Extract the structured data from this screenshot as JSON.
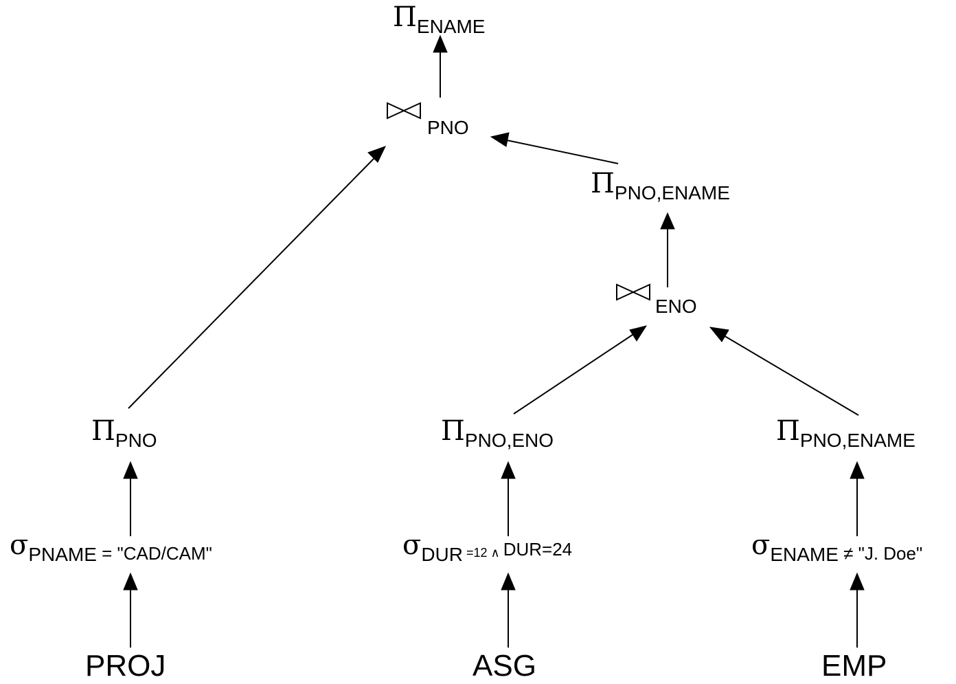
{
  "relations": {
    "proj": "PROJ",
    "asg": "ASG",
    "emp": "EMP"
  },
  "symbols": {
    "projection": "Π",
    "selection": "σ",
    "join": "⋈"
  },
  "nodes": {
    "top_projection": {
      "sub": "ENAME"
    },
    "top_join": {
      "sub": "PNO"
    },
    "right_upper_projection": {
      "sub": "PNO,ENAME"
    },
    "right_join": {
      "sub": "ENO"
    },
    "proj_projection": {
      "sub": "PNO"
    },
    "asg_projection": {
      "sub": "PNO,ENO"
    },
    "emp_projection": {
      "sub": "PNO,ENAME"
    },
    "proj_selection": {
      "attr": "PNAME",
      "rest": " = \"CAD/CAM\""
    },
    "asg_selection": {
      "attr": "DUR",
      "op": " =12 ∧ ",
      "rest": "DUR=24"
    },
    "emp_selection": {
      "attr": "ENAME",
      "rest": " ≠ \"J. Doe\""
    }
  }
}
